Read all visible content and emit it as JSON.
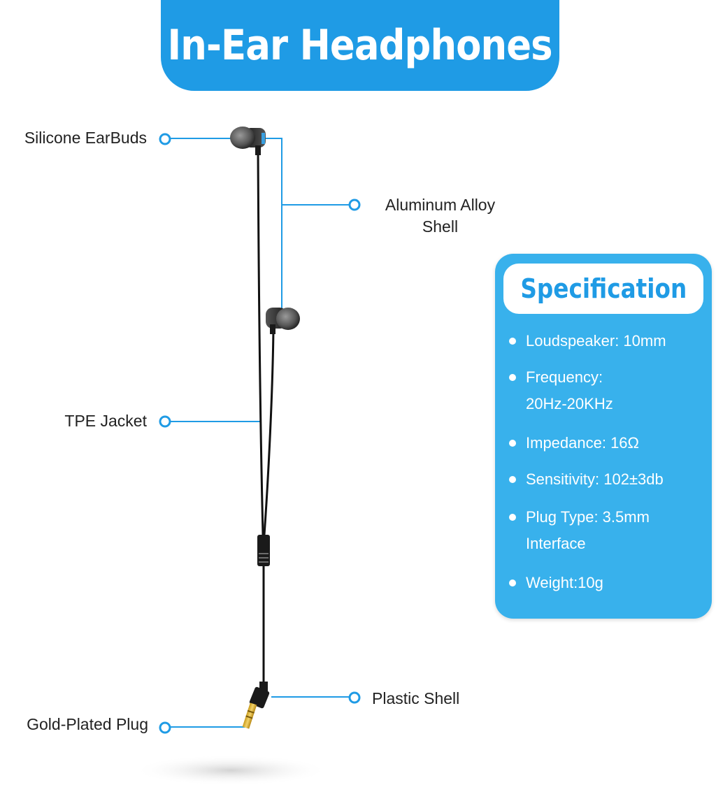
{
  "title": "In-Ear Headphones",
  "callouts": {
    "silicone_earbuds": "Silicone EarBuds",
    "aluminum_alloy_shell": "Aluminum Alloy Shell",
    "tpe_jacket": "TPE Jacket",
    "plastic_shell": "Plastic Shell",
    "gold_plated_plug": "Gold-Plated Plug"
  },
  "specification": {
    "title": "Specification",
    "items": [
      "Loudspeaker: 10mm",
      "Frequency: 20Hz-20KHz",
      "Impedance: 16Ω",
      "Sensitivity: 102±3db",
      "Plug Type: 3.5mm Interface",
      "Weight:10g"
    ]
  },
  "colors": {
    "accent": "#1f9be5",
    "card": "#38b1ec",
    "leader_line": "#1f9be5",
    "text": "#222222"
  }
}
